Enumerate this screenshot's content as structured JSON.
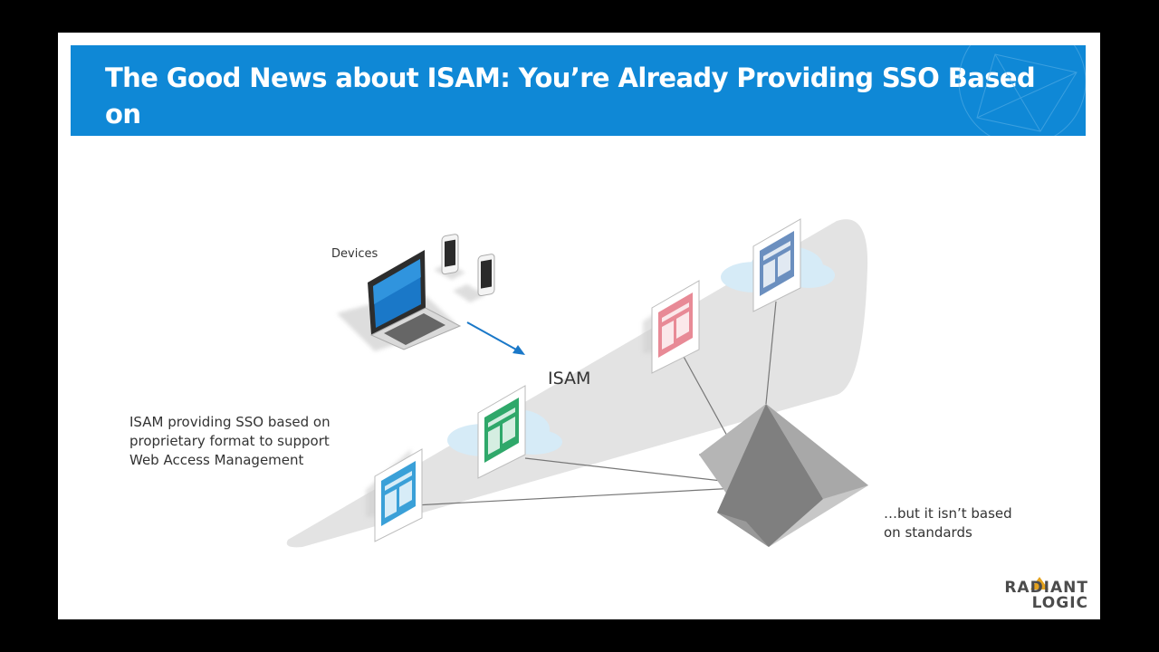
{
  "slide": {
    "title_line1": "The Good News about ISAM: You’re Already Providing SSO Based on",
    "title_line2": "Proprietary Methods…"
  },
  "diagram": {
    "devices_label": "Devices",
    "isam_label": "ISAM",
    "sso_caption": [
      "ISAM providing SSO based on",
      "proprietary format to support",
      "Web Access Management"
    ],
    "standards_caption": [
      "…but it isn’t based",
      "on standards"
    ]
  },
  "logo": {
    "line1": "RADIANT",
    "line2": "LOGIC"
  },
  "colors": {
    "banner": "#0f88d6",
    "app_blue": "#3aa0d8",
    "app_green": "#2fa86a",
    "app_pink": "#e88a96",
    "app_slate": "#6b8fbf",
    "cloud": "#d6ebf7",
    "logo_gold": "#e4a21d"
  },
  "icons": [
    "laptop-icon",
    "phone-icon",
    "app-window-icon",
    "cloud-icon",
    "pyramid-icon",
    "arrow-icon"
  ]
}
